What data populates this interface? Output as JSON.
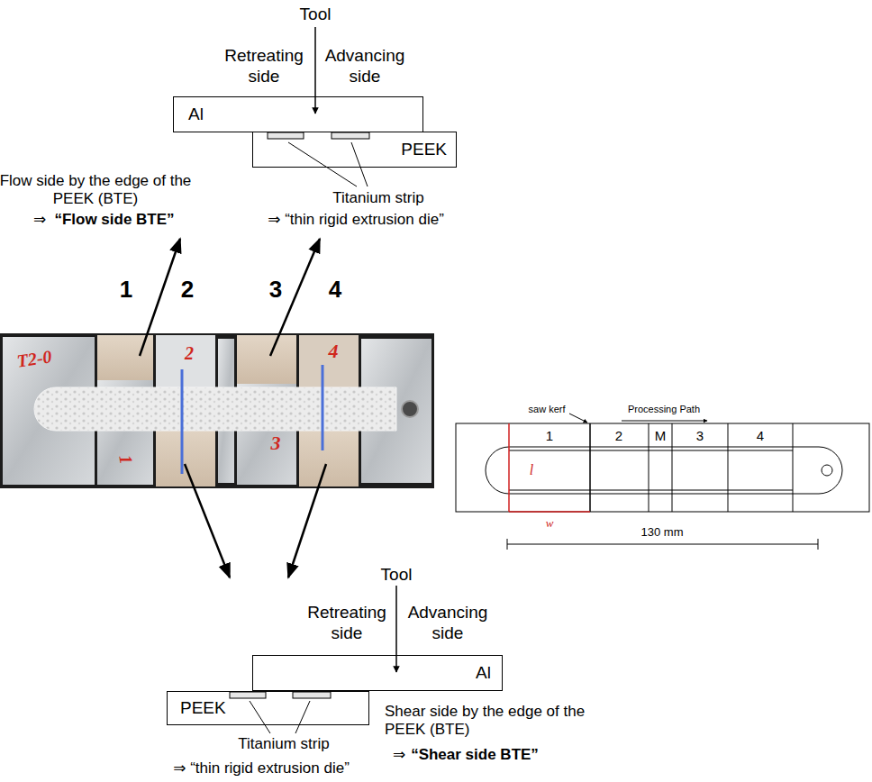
{
  "diagram": {
    "nodes": [
      {
        "text": [
          "Al"
        ]
      },
      {
        "text": [
          "PEEK"
        ]
      },
      {
        "text": [
          "Al"
        ]
      },
      {
        "text": [
          "PEEK"
        ]
      }
    ],
    "labels": [
      "Tool",
      "Retreating side",
      "Advancing side",
      "Flow side by the edge of the PEEK (BTE)",
      "⇒",
      "“Flow side BTE”",
      "Titanium strip",
      "⇒ “thin rigid extrusion die”",
      "1",
      "2",
      "3",
      "4",
      "T2-0",
      "2",
      "1",
      "3",
      "4",
      "saw kerf",
      "Processing Path",
      "1",
      "2",
      "M",
      "3",
      "4",
      "l",
      "w",
      "130 mm",
      "Tool",
      "Retreating side",
      "Advancing side",
      "Titanium strip",
      "⇒ “thin rigid extrusion die”",
      "Shear side by the edge of the PEEK (BTE)",
      "⇒",
      "“Shear side BTE”"
    ]
  }
}
